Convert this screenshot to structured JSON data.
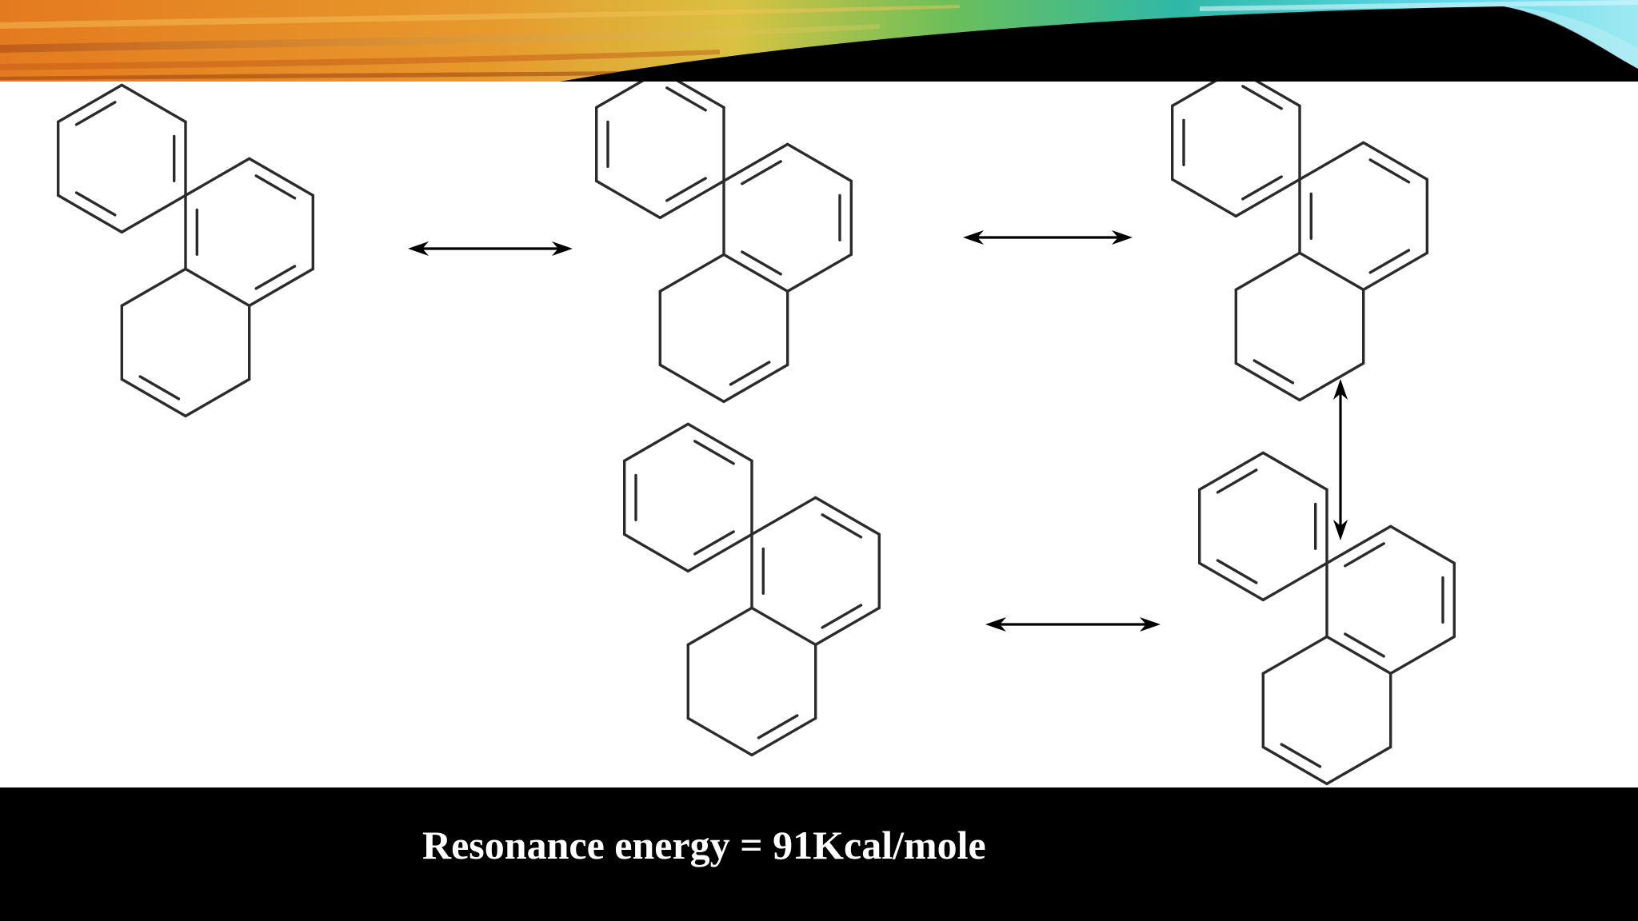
{
  "slide": {
    "caption": "Resonance energy = 91Kcal/mole",
    "colors": {
      "footer_background": "#000000",
      "caption_text": "#ffffff",
      "bond_stroke": "#2b2b2b",
      "banner_left": "#e2761c",
      "banner_middle": "#d9c241",
      "banner_right": "#4fd6e6"
    }
  },
  "diagram": {
    "molecule": "phenanthrene",
    "resonance_structures": 5,
    "resonance_arrows": 4
  }
}
